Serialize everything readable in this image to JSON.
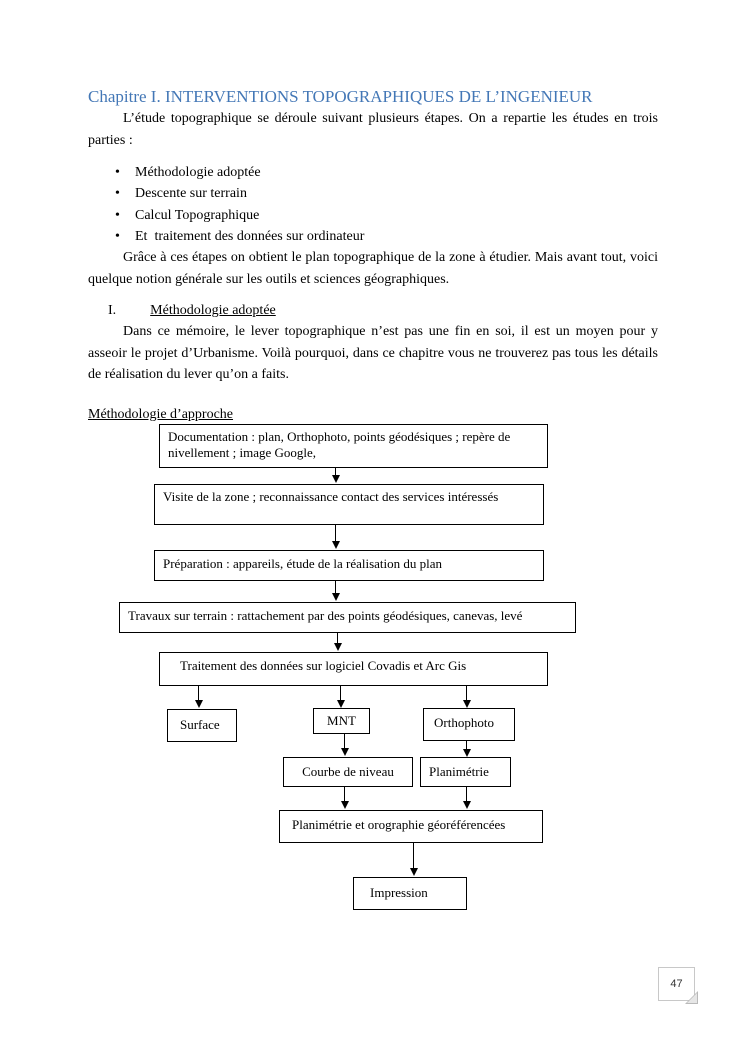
{
  "colors": {
    "heading_blue": "#4377B6",
    "border_black": "#000000"
  },
  "title": "Chapitre I. INTERVENTIONS TOPOGRAPHIQUES DE L’INGENIEUR",
  "paragraphs": {
    "intro": "L’étude topographique se déroule suivant plusieurs étapes. On a repartie les études en trois parties :",
    "after_bullets": "Grâce à ces étapes on obtient le plan topographique de la zone à étudier. Mais avant tout, voici quelque notion générale sur les outils et sciences géographiques.",
    "methodology": "Dans ce mémoire, le lever topographique n’est pas une fin en soi, il est un moyen pour y asseoir le projet d’Urbanisme. Voilà pourquoi, dans ce chapitre vous ne trouverez pas tous les détails de réalisation du lever qu’on a faits."
  },
  "list": {
    "marker": "•",
    "items": [
      "Méthodologie adoptée",
      "Descente sur terrain",
      "Calcul Topographique",
      "Et  traitement des données sur ordinateur"
    ]
  },
  "section_heading": {
    "numeral": "I.",
    "label": "Méthodologie adoptée"
  },
  "subheading": "Méthodologie d’approche",
  "flowchart": {
    "nodes": [
      {
        "id": "documentation",
        "label": "Documentation : plan, Orthophoto, points géodésiques ; repère de nivellement ; image Google,"
      },
      {
        "id": "visite",
        "label": "Visite de la zone ; reconnaissance contact des services intéressés"
      },
      {
        "id": "preparation",
        "label": "Préparation : appareils, étude de la réalisation du plan"
      },
      {
        "id": "travaux",
        "label": "Travaux sur terrain : rattachement par des points géodésiques, canevas, levé"
      },
      {
        "id": "traitement",
        "label": "Traitement des données sur logiciel Covadis et Arc Gis"
      },
      {
        "id": "surface",
        "label": "Surface"
      },
      {
        "id": "mnt",
        "label": "MNT"
      },
      {
        "id": "orthophoto",
        "label": "Orthophoto"
      },
      {
        "id": "courbe",
        "label": "Courbe de niveau"
      },
      {
        "id": "planimetrie",
        "label": "Planimétrie"
      },
      {
        "id": "planimetrie-orographie",
        "label": "Planimétrie et orographie géoréférencées"
      },
      {
        "id": "impression",
        "label": "Impression"
      }
    ]
  },
  "page": {
    "number": "47"
  }
}
